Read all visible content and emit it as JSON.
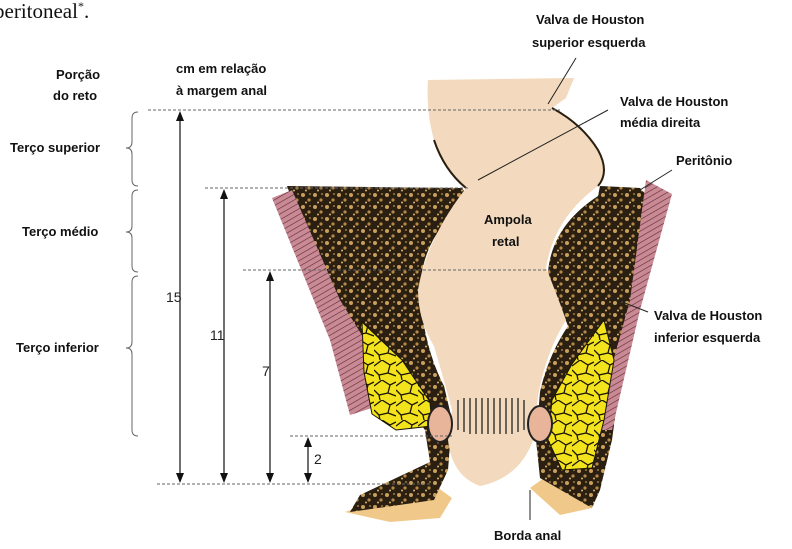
{
  "header": {
    "cut_text": "peritoneal",
    "cut_sup": "*",
    "cut_tail": "."
  },
  "columns": {
    "portion_line1": "Porção",
    "portion_line2": "do reto",
    "distance_line1": "cm em relação",
    "distance_line2": "à margem anal"
  },
  "segments": {
    "upper": "Terço superior",
    "middle": "Terço médio",
    "lower": "Terço inferior"
  },
  "measurements": [
    "15",
    "11",
    "7",
    "2"
  ],
  "anatomy": {
    "valve_superior_left_1": "Valva de Houston",
    "valve_superior_left_2": "superior esquerda",
    "valve_middle_right_1": "Valva de Houston",
    "valve_middle_right_2": "média direita",
    "peritoneum": "Peritônio",
    "ampulla_1": "Ampola",
    "ampulla_2": "retal",
    "valve_inferior_left_1": "Valva de Houston",
    "valve_inferior_left_2": "inferior esquerda",
    "anal_verge": "Borda anal"
  },
  "colors": {
    "lumen": "#f3d9bd",
    "fat": "#2a1f10",
    "fat_speckle": "#c9a05a",
    "muscle": "#c98a95",
    "yellow_fat": "#f2e31c",
    "sphincter_ring": "#e8b49a"
  }
}
